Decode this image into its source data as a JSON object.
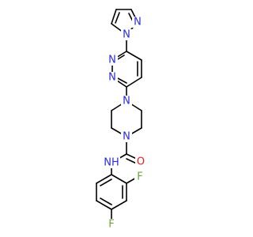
{
  "molecule": {
    "colors": {
      "bond": "#000000",
      "nitrogen": "#2B2BD9",
      "oxygen": "#E02020",
      "fluorine": "#6CA23A",
      "background": "#ffffff"
    },
    "atom_labels": {
      "pyrazole_n1": "N",
      "pyrazole_n2": "N",
      "pyridazine_n1": "N",
      "pyridazine_n2": "N",
      "piperazine_n1": "N",
      "piperazine_n4": "N",
      "amide_o": "O",
      "amide_nh": "NH",
      "fluorine_ortho": "F",
      "fluorine_para": "F"
    }
  }
}
